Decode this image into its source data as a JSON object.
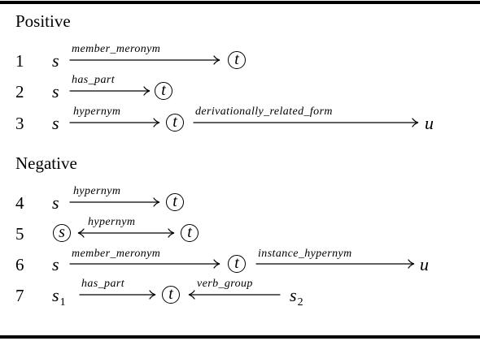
{
  "positive": {
    "heading": "Positive",
    "rows": [
      {
        "num": "1",
        "source": "s",
        "rel1": "member_meronym",
        "target": "t"
      },
      {
        "num": "2",
        "source": "s",
        "rel1": "has_part",
        "target": "t"
      },
      {
        "num": "3",
        "source": "s",
        "rel1": "hypernym",
        "target": "t",
        "rel2": "derivationally_related_form",
        "end": "u"
      }
    ]
  },
  "negative": {
    "heading": "Negative",
    "rows": [
      {
        "num": "4",
        "source": "s",
        "rel1": "hypernym",
        "target": "t"
      },
      {
        "num": "5",
        "source": "s",
        "rel1": "hypernym",
        "target": "t"
      },
      {
        "num": "6",
        "source": "s",
        "rel1": "member_meronym",
        "target": "t",
        "rel2": "instance_hypernym",
        "end": "u"
      },
      {
        "num": "7",
        "source": "s",
        "source_sub": "1",
        "rel1": "has_part",
        "target": "t",
        "rel2": "verb_group",
        "end": "s",
        "end_sub": "2"
      }
    ]
  }
}
